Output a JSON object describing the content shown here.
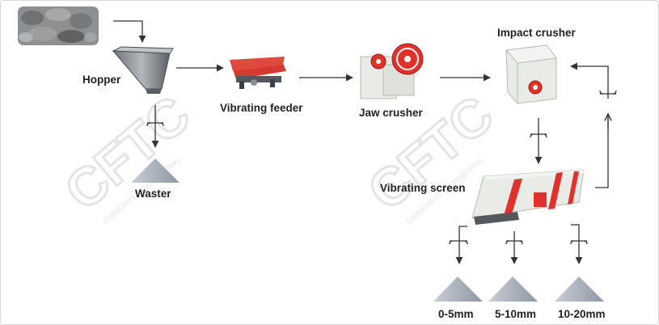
{
  "labels": {
    "hopper": "Hopper",
    "vibrating_feeder": "Vibrating feeder",
    "jaw_crusher": "Jaw crusher",
    "impact_crusher": "Impact crusher",
    "vibrating_screen": "Vibrating screen",
    "waster": "Waster",
    "product_1": "0-5mm",
    "product_2": "5-10mm",
    "product_3": "10-20mm"
  },
  "watermark": {
    "logo_text": "CFTC",
    "company": "CHINA FIRST ENGINEERING"
  },
  "colors": {
    "arrow": "#333333",
    "feeder_red": "#d43a2e",
    "crusher_red": "#e0312b",
    "machine_body": "#e9ebe6",
    "pile": "#b4bcc6",
    "watermark": "#e6e6e6"
  }
}
